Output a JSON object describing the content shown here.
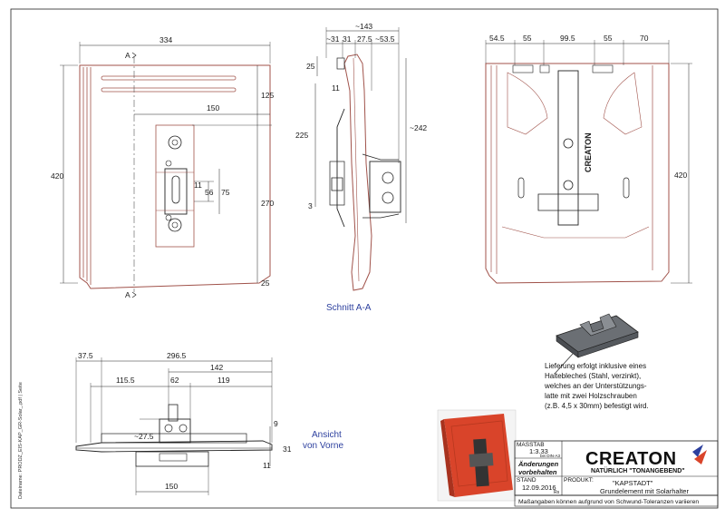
{
  "dims_top_view": {
    "width": "334",
    "height_total": "420",
    "d125": "125",
    "d150": "150",
    "d270": "270",
    "d11": "11",
    "d56": "56",
    "d75": "75",
    "d25": "25",
    "section_mark_top": "A",
    "section_mark_bottom": "A"
  },
  "dims_section": {
    "d143": "~143",
    "d31a": "~31",
    "d31b": "31",
    "d275": "27.5",
    "d535": "~53.5",
    "d25": "25",
    "d11": "11",
    "d225": "225",
    "d242": "~242",
    "d3": "3",
    "label": "Schnitt A-A"
  },
  "dims_rear": {
    "d545": "54.5",
    "d55a": "55",
    "d995": "99.5",
    "d55b": "55",
    "d70": "70",
    "d420": "420",
    "brand_vertical": "CREATON"
  },
  "dims_front": {
    "d375": "37.5",
    "d2965": "296.5",
    "d142": "142",
    "d1155": "115.5",
    "d62": "62",
    "d119": "119",
    "d275": "~27.5",
    "d9": "9",
    "d31": "31",
    "d11": "11",
    "d150": "150",
    "label_line1": "Ansicht",
    "label_line2": "von Vorne"
  },
  "note": {
    "lines": [
      "Lieferung erfolgt inklusive eines",
      "Halteblecheś (Stahl, verzinkt),",
      "welches an der Unterstützungs-",
      "latte mit zwei Holzschrauben",
      "(z.B. 4,5 x 30mm) befestigt wird."
    ]
  },
  "side_text": "Dateiname: PRODZ_EIS-KAP_GR-Solar_.pdf | Seite",
  "title_block": {
    "massstab_label": "MASSTAB",
    "massstab_value": "1:3.33",
    "massstab_sub": "bei DIN-A3",
    "aenderungen_line1": "Änderungen",
    "aenderungen_line2": "vorbehalten",
    "stand_label": "STAND",
    "stand_value": "12.09.2016",
    "stand_initials": "Rs",
    "produkt_label": "PRODUKT:",
    "product_name": "\"KAPSTADT\"",
    "product_desc": "Grundelement mit Solarhalter",
    "brand": "CREATON",
    "brand_tagline": "NATÜRLICH \"TONANGEBEND\"",
    "footer": "Maßangaben können aufgrund von Schwund-Toleranzen variieren"
  },
  "colors": {
    "tile_outline": "#a0524a",
    "line": "#1a1a1a",
    "dim_blue": "#2c3f9e",
    "photo_tile": "#d9442a"
  }
}
